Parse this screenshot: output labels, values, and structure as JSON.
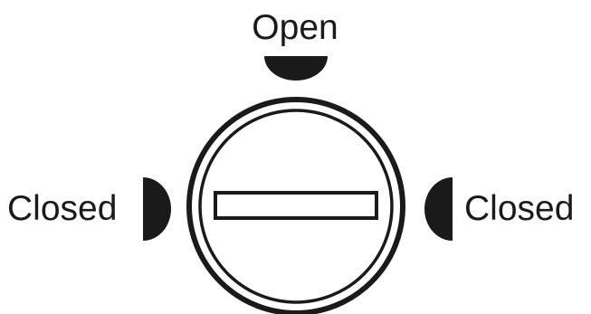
{
  "labels": {
    "top": "Open",
    "left": "Closed",
    "right": "Closed"
  },
  "colors": {
    "ink": "#1a1a1a",
    "background": "#ffffff"
  }
}
